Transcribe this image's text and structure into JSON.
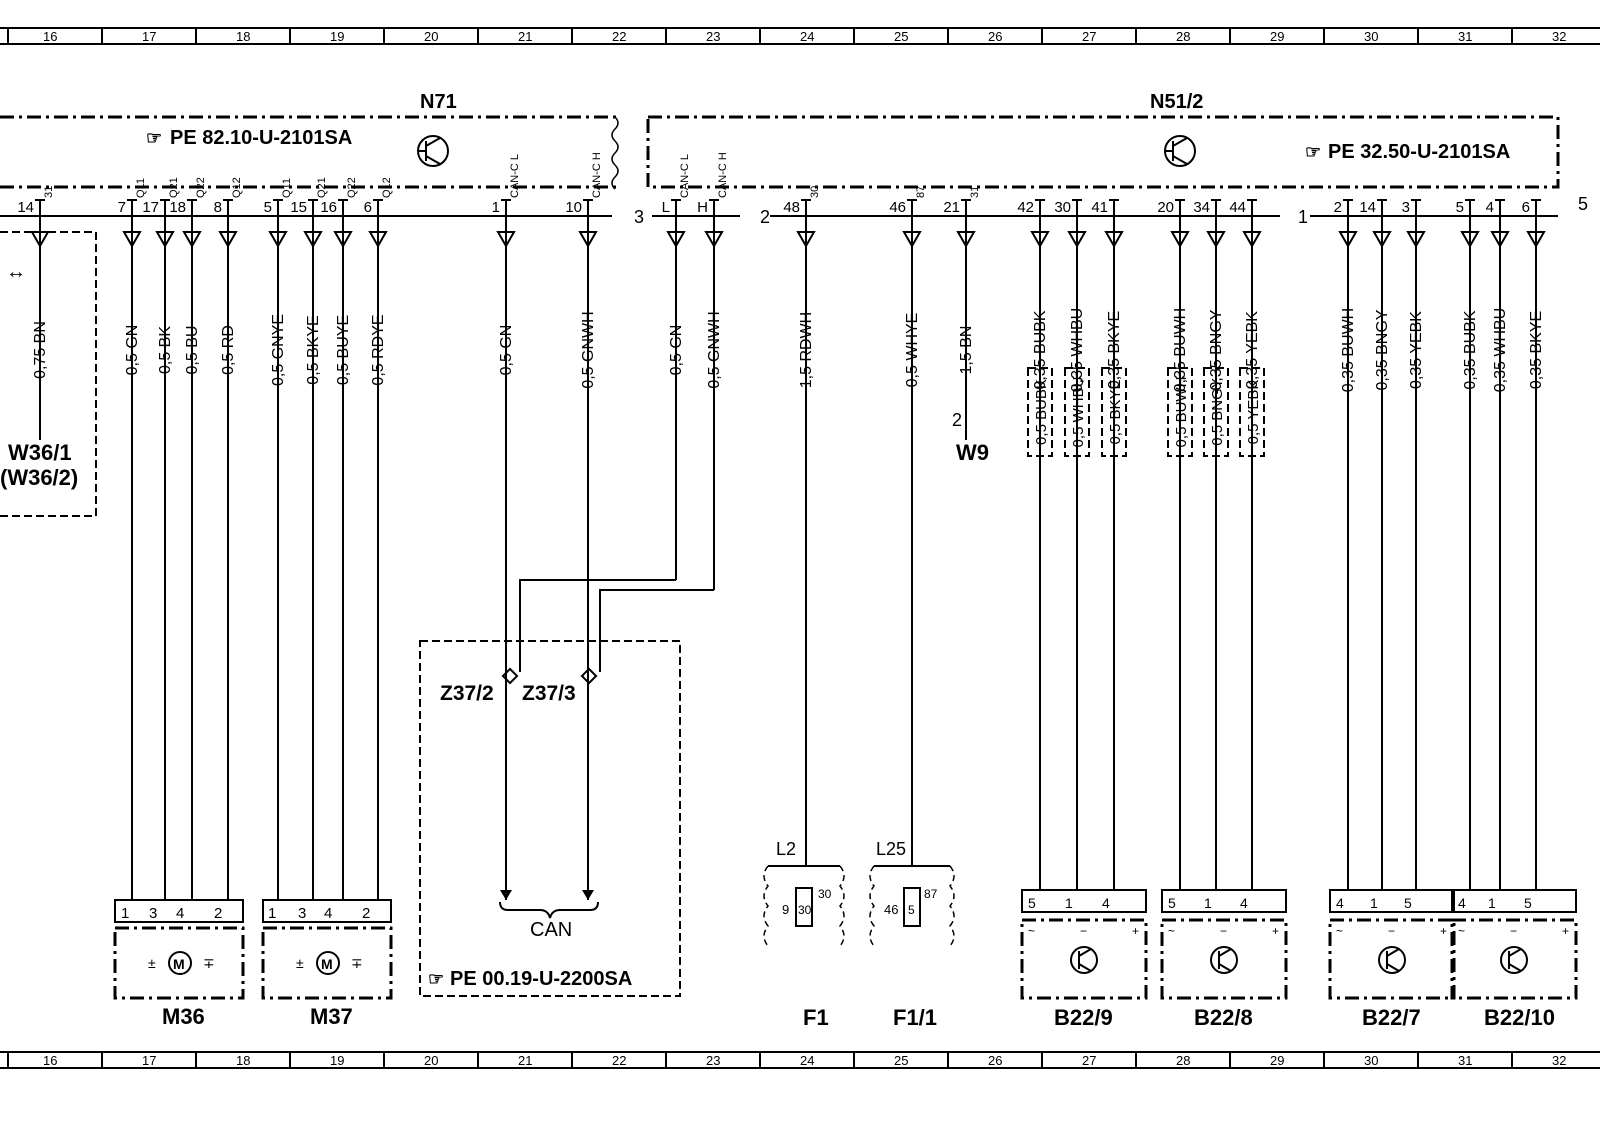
{
  "grid": {
    "columns": [
      "16",
      "17",
      "18",
      "19",
      "20",
      "21",
      "22",
      "23",
      "24",
      "25",
      "26",
      "27",
      "28",
      "29",
      "30",
      "31",
      "32"
    ]
  },
  "modules": {
    "n71": {
      "name": "N71",
      "ref": "PE 82.10-U-2101SA"
    },
    "n51_2": {
      "name": "N51/2",
      "ref": "PE 32.50-U-2101SA"
    },
    "can_box_ref": "PE 00.19-U-2200SA"
  },
  "connector_numbers": {
    "n71_right": "3",
    "n51_left": "2",
    "n51_mid": "1",
    "n51_right": "5"
  },
  "wires": [
    {
      "id": "w14",
      "pin": "14",
      "sig": "31",
      "label": "0,75 BN"
    },
    {
      "id": "w7",
      "pin": "7",
      "sig": "Q11",
      "label": "0,5 GN"
    },
    {
      "id": "w17",
      "pin": "17",
      "sig": "Q21",
      "label": "0,5 BK"
    },
    {
      "id": "w18",
      "pin": "18",
      "sig": "Q22",
      "label": "0,5 BU"
    },
    {
      "id": "w8",
      "pin": "8",
      "sig": "Q12",
      "label": "0,5 RD"
    },
    {
      "id": "w5",
      "pin": "5",
      "sig": "Q11",
      "label": "0,5 GNYE"
    },
    {
      "id": "w15",
      "pin": "15",
      "sig": "Q21",
      "label": "0,5 BKYE"
    },
    {
      "id": "w16",
      "pin": "16",
      "sig": "Q22",
      "label": "0,5 BUYE"
    },
    {
      "id": "w6",
      "pin": "6",
      "sig": "Q12",
      "label": "0,5 RDYE"
    },
    {
      "id": "w1",
      "pin": "1",
      "sig": "CAN-C L",
      "label": "0,5 GN"
    },
    {
      "id": "w10",
      "pin": "10",
      "sig": "CAN-C H",
      "label": "0,5 GNWH"
    },
    {
      "id": "wL",
      "pin": "L",
      "sig": "CAN-C L",
      "label": "0,5 GN"
    },
    {
      "id": "wH",
      "pin": "H",
      "sig": "CAN-C H",
      "label": "0,5 GNWH"
    },
    {
      "id": "w48",
      "pin": "48",
      "sig": "30",
      "label": "1,5 RDWH"
    },
    {
      "id": "w46",
      "pin": "46",
      "sig": "87",
      "label": "0,5 WHYE"
    },
    {
      "id": "w21",
      "pin": "21",
      "sig": "31",
      "label": "1,5 BN"
    },
    {
      "id": "w42",
      "pin": "42",
      "sig": "",
      "label": "0,35 BUBK"
    },
    {
      "id": "w30",
      "pin": "30",
      "sig": "",
      "label": "0,35 WHBU"
    },
    {
      "id": "w41",
      "pin": "41",
      "sig": "",
      "label": "0,35 BKYE"
    },
    {
      "id": "w20",
      "pin": "20",
      "sig": "",
      "label": "0,35 BUWH"
    },
    {
      "id": "w34",
      "pin": "34",
      "sig": "",
      "label": "0,35 BNGY"
    },
    {
      "id": "w44",
      "pin": "44",
      "sig": "",
      "label": "0,35 YEBK"
    },
    {
      "id": "w2",
      "pin": "2",
      "sig": "",
      "label": "0,35 BUWH"
    },
    {
      "id": "w14b",
      "pin": "14",
      "sig": "",
      "label": "0,35 BNGY"
    },
    {
      "id": "w3",
      "pin": "3",
      "sig": "",
      "label": "0,35 YEBK"
    },
    {
      "id": "w5b",
      "pin": "5",
      "sig": "",
      "label": "0,35 BUBK"
    },
    {
      "id": "w4",
      "pin": "4",
      "sig": "",
      "label": "0,35 WHBU"
    },
    {
      "id": "w6b",
      "pin": "6",
      "sig": "",
      "label": "0,35 BKYE"
    }
  ],
  "boxed_labels": [
    "0,5 BUBK",
    "0,5 WHBU",
    "0,5 BKYE",
    "0,5 BUWH",
    "0,5 BNGY",
    "0,5 YEBK"
  ],
  "components": {
    "w36": {
      "line1": "W36/1",
      "line2": "(W36/2)"
    },
    "w9": {
      "name": "W9",
      "pin": "2"
    },
    "m36": {
      "name": "M36",
      "pins": [
        "1",
        "3",
        "4",
        "2"
      ]
    },
    "m37": {
      "name": "M37",
      "pins": [
        "1",
        "3",
        "4",
        "2"
      ]
    },
    "z37_2": "Z37/2",
    "z37_3": "Z37/3",
    "can_label": "CAN",
    "f1": {
      "name": "F1",
      "conn": "L2",
      "num": "9",
      "fuse": "30",
      "term": "30"
    },
    "f1_1": {
      "name": "F1/1",
      "conn": "L25",
      "num": "46",
      "fuse": "5",
      "term": "87"
    },
    "b22_9": {
      "name": "B22/9",
      "pins": [
        "5",
        "1",
        "4"
      ]
    },
    "b22_8": {
      "name": "B22/8",
      "pins": [
        "5",
        "1",
        "4"
      ]
    },
    "b22_7": {
      "name": "B22/7",
      "pins": [
        "4",
        "1",
        "5"
      ]
    },
    "b22_10": {
      "name": "B22/10",
      "pins": [
        "4",
        "1",
        "5"
      ]
    }
  }
}
